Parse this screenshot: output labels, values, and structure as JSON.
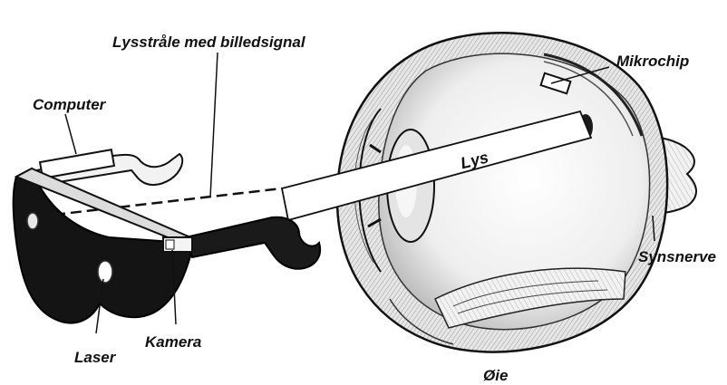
{
  "labels": {
    "lysstraale": "Lysstråle med billedsignal",
    "mikrochip": "Mikrochip",
    "computer": "Computer",
    "lys": "Lys",
    "synsnerve": "Synsnerve",
    "laser": "Laser",
    "kamera": "Kamera",
    "oeie": "Øie"
  }
}
